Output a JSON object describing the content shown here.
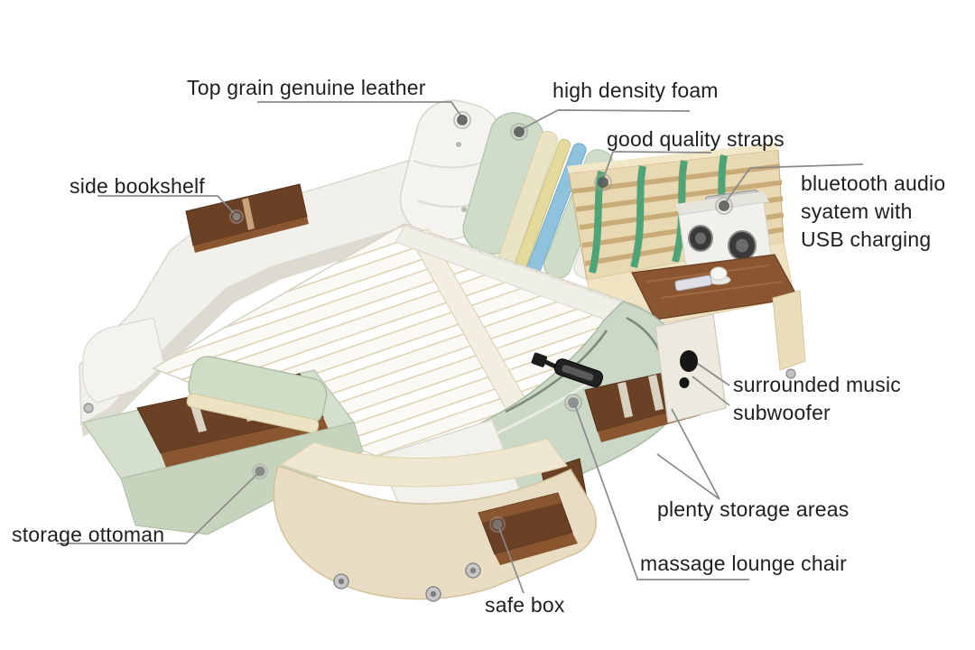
{
  "figure": {
    "type": "annotated-product-diagram",
    "subject": "multifunctional smart storage bed cutaway view"
  },
  "labels": {
    "top_grain_leather": "Top grain genuine leather",
    "high_density_foam": "high density foam",
    "good_quality_straps": "good quality straps",
    "bluetooth_audio": "bluetooth audio\nsyatem with\nUSB charging",
    "side_bookshelf": "side bookshelf",
    "surrounded_subwoofer": "surrounded music\nsubwoofer",
    "plenty_storage": "plenty storage areas",
    "massage_lounge_chair": "massage lounge chair",
    "storage_ottoman": "storage ottoman",
    "safe_box": "safe box"
  },
  "colors": {
    "frame_white": "#f1f0eb",
    "leather_white": "#f4f3ef",
    "foam_green": "#cfdcc8",
    "foam_cream": "#ebe4c4",
    "foam_yellow": "#e3da9b",
    "foam_blue": "#8fc3dd",
    "strap_green": "#4fa477",
    "wood_slats": "#e9d9b3",
    "wood_dark": "#6b4126",
    "wood_mid": "#8a5630",
    "upholstery_green": "#ccd8c6",
    "bench_cream": "#e8ddc2",
    "subwoofer_black": "#161616",
    "leader_gray": "#8a8a8a",
    "label_text": "#1f1f1f"
  }
}
